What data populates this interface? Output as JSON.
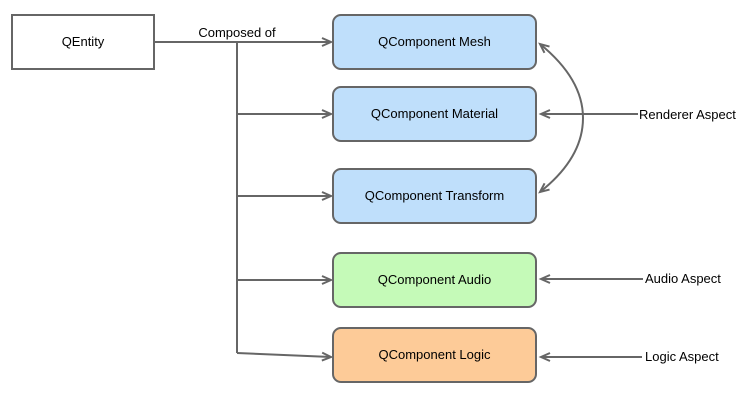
{
  "entity": {
    "label": "QEntity"
  },
  "relationship_label": "Composed of",
  "components": [
    {
      "id": "mesh",
      "label": "QComponent Mesh",
      "fill": "#bfdffb"
    },
    {
      "id": "material",
      "label": "QComponent Material",
      "fill": "#bfdffb"
    },
    {
      "id": "transform",
      "label": "QComponent Transform",
      "fill": "#bfdffb"
    },
    {
      "id": "audio",
      "label": "QComponent Audio",
      "fill": "#c5fab8"
    },
    {
      "id": "logic",
      "label": "QComponent Logic",
      "fill": "#fdcb98"
    }
  ],
  "aspects": [
    {
      "label": "Renderer Aspect",
      "targets": [
        "QComponent Mesh",
        "QComponent Material",
        "QComponent Transform"
      ]
    },
    {
      "label": "Audio Aspect",
      "targets": [
        "QComponent Audio"
      ]
    },
    {
      "label": "Logic Aspect",
      "targets": [
        "QComponent Logic"
      ]
    }
  ],
  "colors": {
    "line": "#666666",
    "box_border": "#666666",
    "component_blue": "#bfdffb",
    "component_green": "#c5fab8",
    "component_orange": "#fdcb98",
    "entity_fill": "#ffffff",
    "text": "#000000"
  }
}
